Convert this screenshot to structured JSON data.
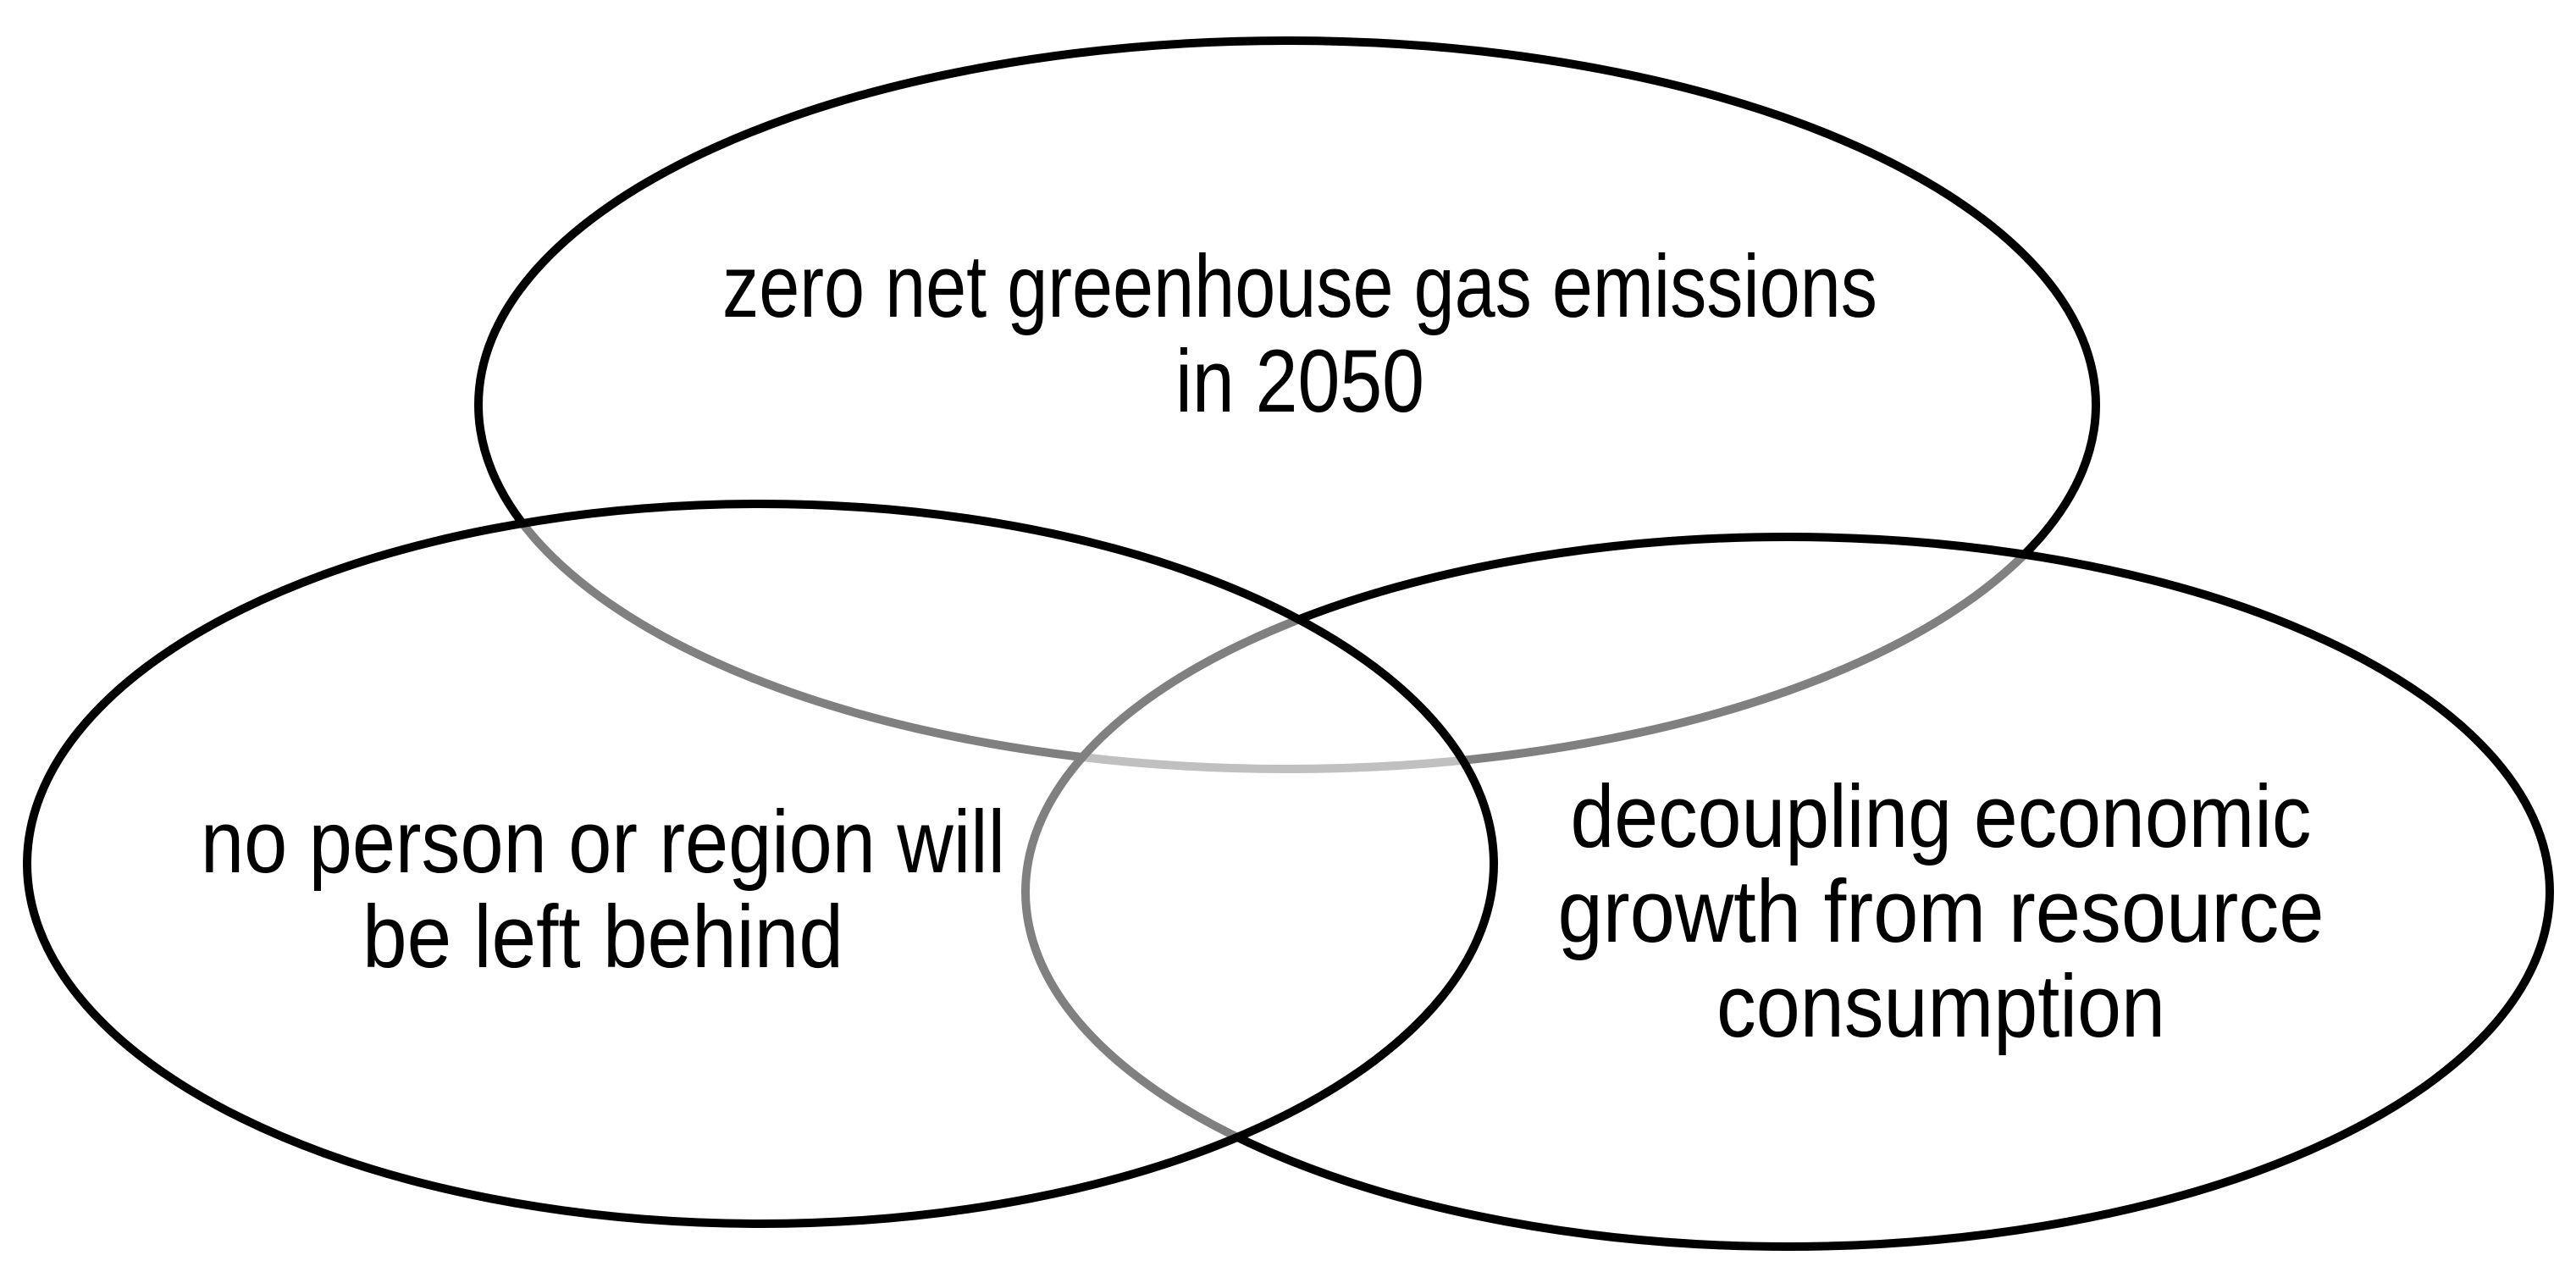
{
  "venn": {
    "background_color": "#ffffff",
    "outline_color": "#000000",
    "overlap_arc_color_single": "#808080",
    "overlap_arc_color_double": "#bfbfbf",
    "sets": {
      "top": {
        "lines": [
          "zero net greenhouse gas emissions",
          "in 2050"
        ]
      },
      "left": {
        "lines": [
          "no person or region will",
          "be left behind"
        ]
      },
      "right": {
        "lines": [
          "decoupling economic",
          "growth from resource",
          "consumption"
        ]
      }
    }
  }
}
